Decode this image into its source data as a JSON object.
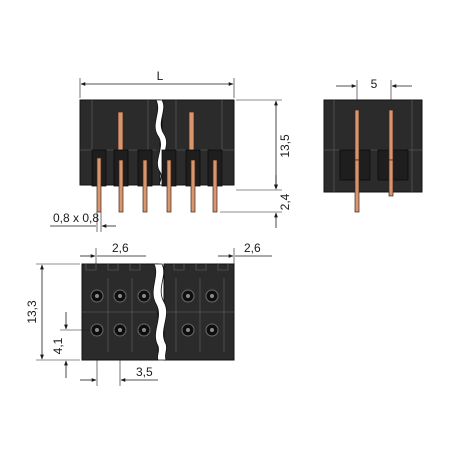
{
  "dimensions": {
    "length": "L",
    "pitch_side": "5",
    "height_body": "13,5",
    "pin_length": "2,4",
    "pin_section": "0,8 x 0,8",
    "pitch_top_left": "2,6",
    "pitch_top_right": "2,6",
    "height_bottom": "13,3",
    "row_offset": "4,1",
    "pitch_bottom": "3,5"
  },
  "colors": {
    "body": "#2b2b2b",
    "pin": "#d9956e",
    "line": "#1a1a1a"
  }
}
